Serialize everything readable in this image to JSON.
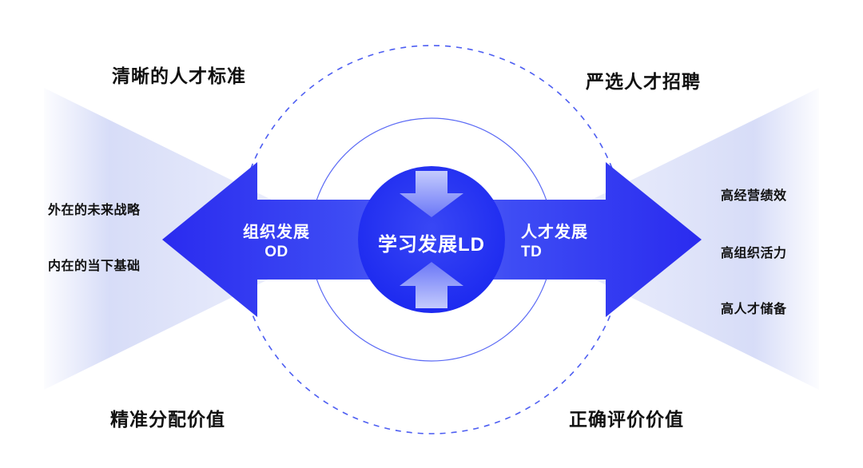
{
  "diagram": {
    "center_circle": {
      "label": "学习发展LD"
    },
    "left_arrow": {
      "line1": "组织发展",
      "line2": "OD"
    },
    "right_arrow": {
      "line1": "人才发展",
      "line2": "TD"
    },
    "corners": {
      "top_left": "清晰的人才标准",
      "top_right": "严选人才招聘",
      "bottom_left": "精准分配价值",
      "bottom_right": "正确评价价值"
    },
    "left_items": [
      "外在的未来战略",
      "内在的当下基础"
    ],
    "right_items": [
      "高经营绩效",
      "高组织活力",
      "高人才储备"
    ],
    "icons": {
      "center_top": "down-block-arrow",
      "center_bottom": "up-block-arrow"
    },
    "colors": {
      "arrow_blue": "#2a2bef",
      "arrow_light_blue": "#5a65f7",
      "center_circle_blue": "#1e2bf0",
      "ring_blue": "#5b6af5",
      "dashed_ring_blue": "#4d5ef2",
      "small_arrow_blue": "#8d99fa",
      "wedge_lavender": "#cdd4f6",
      "text_black": "#111111",
      "text_white": "#ffffff"
    }
  }
}
